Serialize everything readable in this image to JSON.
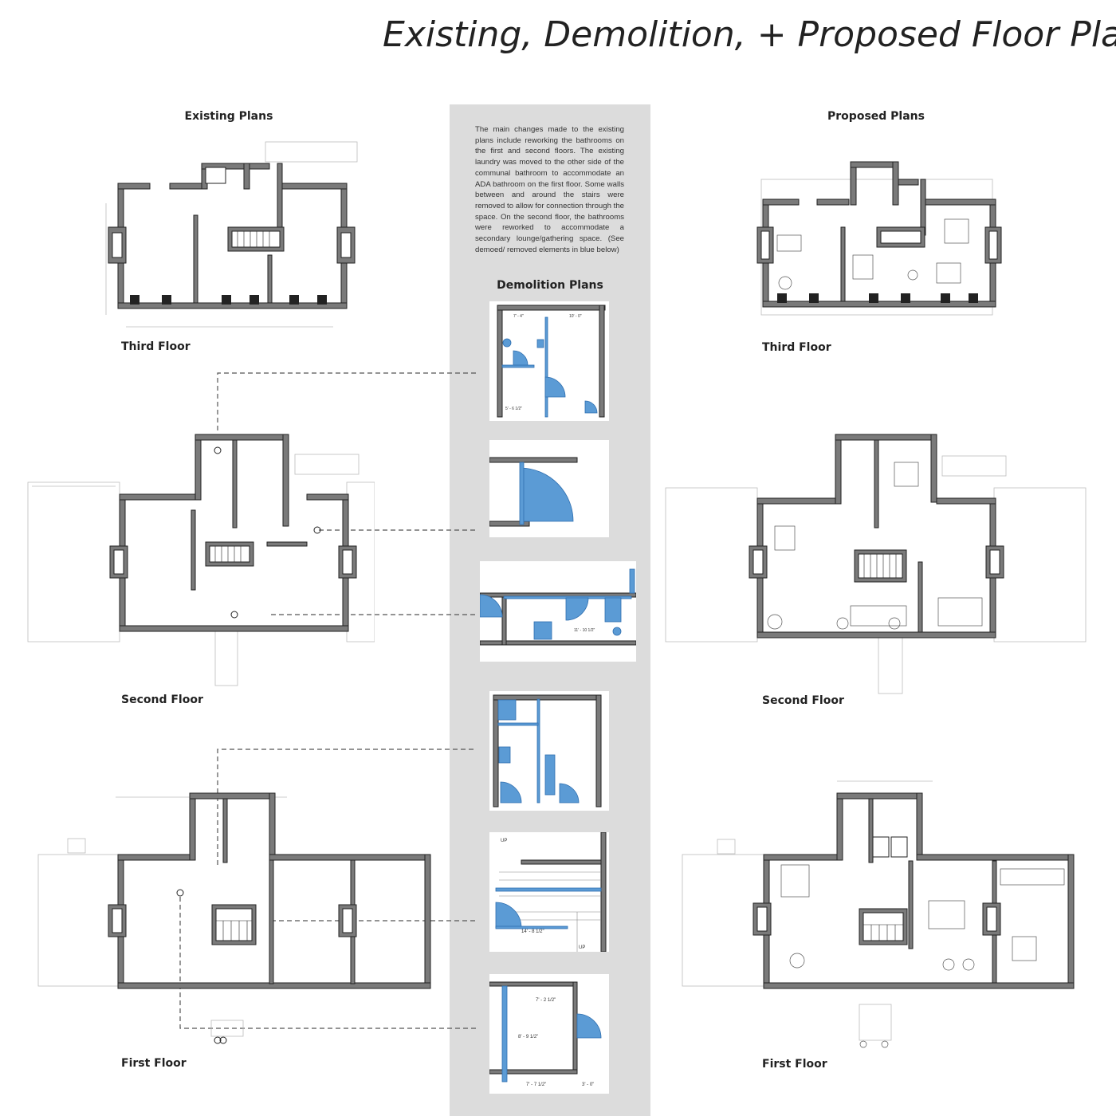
{
  "page": {
    "title": "Existing, Demolition, + Proposed Floor Plans"
  },
  "headings": {
    "existing": "Existing Plans",
    "proposed": "Proposed Plans",
    "demolition": "Demolition Plans"
  },
  "description": "The main changes made to the existing plans include reworking the bathrooms on the first and second floors. The existing laundry was moved to the other side of the communal bathroom to accommodate an ADA bathroom on the first floor. Some walls between and around the stairs were removed to allow for connection through the space. On the second floor, the bathrooms were reworked to accommodate a secondary lounge/gathering space. (See demoed/ removed elements in blue below)",
  "floors": {
    "existing_third": "Third Floor",
    "existing_second": "Second Floor",
    "existing_first": "First Floor",
    "proposed_third": "Third Floor",
    "proposed_second": "Second Floor",
    "proposed_first": "First Floor"
  },
  "dimensions": {
    "d1": "7' - 4\"",
    "d2": "10' - 0\"",
    "d3": "5' - 6 1/2\"",
    "d4": "11' - 10 1/2\"",
    "d5": "14' - 8 1/2\"",
    "d6": "7' - 2 1/2\"",
    "d7": "8' - 9 1/2\"",
    "d8": "7' - 7 1/2\"",
    "d9": "3' - 0\"",
    "d10": "UP"
  },
  "colors": {
    "wall": "#7a7a7a",
    "wall_stroke": "#222222",
    "demo_blue": "#5b9bd5",
    "panel": "#dcdcdc"
  }
}
